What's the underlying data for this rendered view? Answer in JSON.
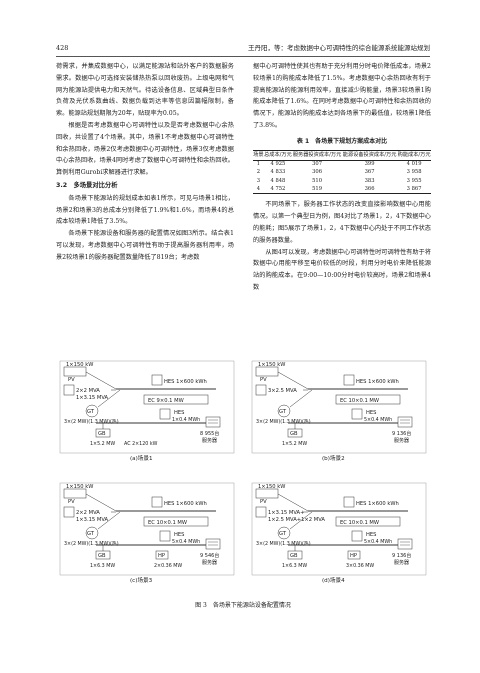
{
  "header": {
    "page_number": "428",
    "running_head": "王丹阳，等：考虑数据中心可调特性的综合能源系统能源站规划"
  },
  "left_column": {
    "p1": "荷需求，并集成数据中心，以满足能源站和站外客户的数据服务需求。数据中心可选择安装储热热泵以回收废热。上级电网和气网为能源站提供电力和天然气。待选设备信息、区域典型日条件负荷及光伏系数曲线、数据负载到达率等信息因篇幅限制，备索。能源站规划期限为20年，贴现率为0.05。",
    "p2": "根据是否考虑数据中心可调特性以及是否考虑数据中心余热回收，共设置了4个场景。其中，场景1不考虑数据中心可调特性和余热回收，场景2仅考虑数据中心可调特性，场景3仅考虑数据中心余热回收，场景4同时考虑了数据中心可调特性和余热回收。算例利用Gurobi求解器进行求解。",
    "section": "3.2　多场景对比分析",
    "p3": "各场景下能源站的规划成本如表1所示，可见与场景1相比，场景2和场景3的总成本分别降低了1.9%和1.6%，而场景4的总成本较场景1降低了3.5%。",
    "p4": "各场景下能源设备和服务器的配置情况如图3所示。结合表1可以发现，考虑数据中心可调特性有助于提高服务器利用率，场景2较场景1的服务器配置数量降低了819台；考虑数"
  },
  "right_column": {
    "p1": "据中心可调特性使其也有助于充分利用分时电价降低成本，场景2较场景1的购能成本降低了1.5%。考虑数据中心余热回收有利于提高能源站的能源利用效率，直接减少购能量，场景3较场景1购能成本降低了1.6%。在同时考虑数据中心可调特性和余热回收的情况下，能源站的购能成本达到各场景下的最低值，较场景1降低了3.8%。",
    "table": {
      "caption": "表 1　各场景下规划方案成本对比",
      "headers": [
        "场景",
        "总成本/万元",
        "服务器投资成本/万元",
        "能源设备投资成本/万元",
        "购能成本/万元"
      ],
      "rows": [
        [
          "1",
          "4 925",
          "307",
          "399",
          "4 019"
        ],
        [
          "2",
          "4 833",
          "306",
          "367",
          "3 958"
        ],
        [
          "3",
          "4 848",
          "510",
          "383",
          "3 955"
        ],
        [
          "4",
          "4 752",
          "519",
          "366",
          "3 867"
        ]
      ]
    },
    "p2": "不同场景下，服务器工作状态的改变直接影响数据中心用能情况。以第一个典型日为例，图4对比了场景1，2，4下数据中心的能耗；图5展示了场景1，2，4下数据中心内处于不同工作状态的服务器数量。",
    "p3": "从图4可以发现，考虑数据中心可调特性时可调特性有助于将数据中心用能平移至电价较低的时段，利用分时电价来降低能源站的购能成本。在9:00—10:00分时电价较高时，场景2和场景4数"
  },
  "figure": {
    "caption": "图 3　各场景下能源站设备配置情况",
    "panels": [
      {
        "label": "(a)场景1",
        "pv": "1×150 kW",
        "pv_name": "PV",
        "grid": "2×2 MVA",
        "transformer": "1×3.15 MVA",
        "hes": "HES 1×600 kWh",
        "ec": "EC 9×0.1 MW",
        "gt": "GT",
        "gt_cap": "3×(2 MW)(1.3 MW)(热)",
        "hes2": "HES",
        "hes2_cap": "1×0.4 MWh",
        "gb": "GB",
        "gb_cap": "1×5.2 MW",
        "ac": "AC 2×120 kW",
        "servers": "8 955台",
        "servers_label": "服务器"
      },
      {
        "label": "(b)场景2",
        "pv": "1×150 kW",
        "pv_name": "PV",
        "grid": "3×2.5 MVA",
        "transformer": "",
        "hes": "HES 1×600 kWh",
        "ec": "EC 10×0.1 MW",
        "gt": "GT",
        "gt_cap": "3×(2 MW)(1.3 MW)(热)",
        "hes2": "HES",
        "hes2_cap": "5×0.4 MWh",
        "gb": "GB",
        "gb_cap": "1×5.2 MW",
        "ac": "",
        "servers": "9 136台",
        "servers_label": "服务器"
      },
      {
        "label": "(c)场景3",
        "pv": "1×150 kW",
        "pv_name": "PV",
        "grid": "2×2 MVA",
        "transformer": "1×3.15 MVA",
        "hes": "HES 1×600 kWh",
        "ec": "EC 10×0.1 MW",
        "gt": "GT",
        "gt_cap": "3×(2 MW)(1.3 MW)(热)",
        "hes2": "HES",
        "hes2_cap": "5×0.4 MWh",
        "gb": "GB",
        "gb_cap": "1×6.3 MW",
        "hp": "HP",
        "hp_cap": "2×0.36 MW",
        "servers": "9 546台",
        "servers_label": "服务器"
      },
      {
        "label": "(d)场景4",
        "pv": "1×150 kW",
        "pv_name": "PV",
        "grid": "1×3.15 MVA+",
        "transformer": "1×2.5 MVA+1×2 MVA",
        "hes": "HES 1×600 kWh",
        "ec": "EC 10×0.1 MW",
        "gt": "GT",
        "gt_cap": "3×(2 MW)(1.3 MW)(热)",
        "hes2": "HES",
        "hes2_cap": "5×0.4 MWh",
        "gb": "GB",
        "gb_cap": "1×6.3 MW",
        "hp": "HP",
        "hp_cap": "3×0.36 MW",
        "servers": "9 136台",
        "servers_label": "服务器"
      }
    ]
  }
}
